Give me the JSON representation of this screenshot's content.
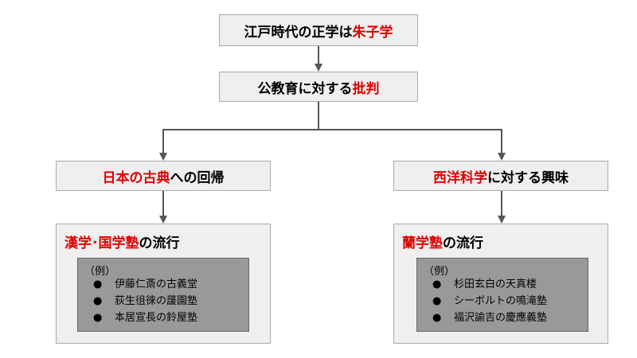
{
  "nodes": {
    "top": {
      "a": "江戸時代の正学は",
      "b": "朱子学"
    },
    "critique": {
      "a": "公教育に対する",
      "b": "批判"
    },
    "left": {
      "a": "日本の古典",
      "b": "への回帰"
    },
    "right": {
      "a": "西洋科学",
      "b": "に対する興味"
    }
  },
  "left_panel": {
    "title_red": "漢学･国学塾",
    "title_rest": "の流行",
    "example_label": "（例）",
    "items": [
      "伊藤仁斎の古義堂",
      "荻生徂徠の蘐園塾",
      "本居宣長の鈴屋塾"
    ]
  },
  "right_panel": {
    "title_red": "蘭学塾",
    "title_rest": "の流行",
    "example_label": "（例）",
    "items": [
      "杉田玄白の天真楼",
      "シーボルトの鳴滝塾",
      "福沢諭吉の慶應義塾"
    ]
  },
  "bullet": "●",
  "colors": {
    "accent": "#e00000",
    "box": "#efefef",
    "inner": "#999999",
    "line": "#555555"
  }
}
